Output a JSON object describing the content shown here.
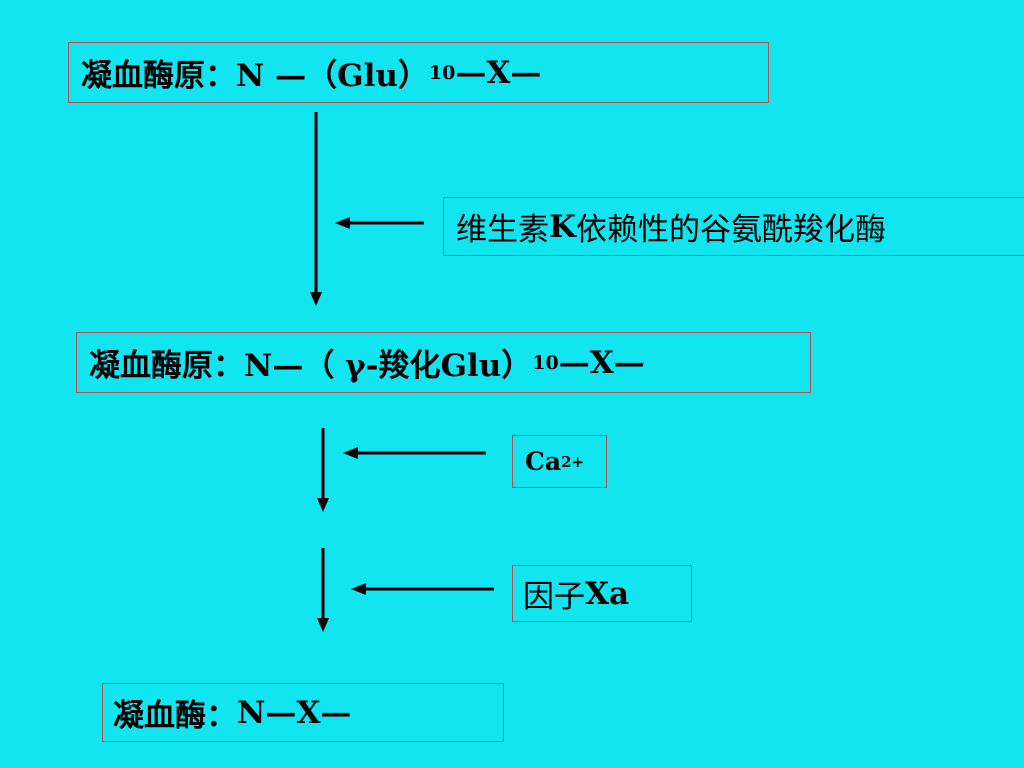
{
  "slide": {
    "background_color": "#10E5F0",
    "box_border_color": "#B05050"
  },
  "box1": {
    "prefix": "凝血酶原：",
    "part1": "N —（Glu）",
    "subscript": "10",
    "part2": "—X—"
  },
  "enzyme_box": {
    "cjk1": "维生素",
    "letter": "K",
    "cjk2": "依赖性的谷氨酰羧化酶"
  },
  "box2": {
    "prefix": "凝血酶原：",
    "part1": "N—（ γ-",
    "cjk": "羧化",
    "part2": " Glu）",
    "subscript": "10",
    "part3": " —X—"
  },
  "calcium_box": {
    "base": "Ca",
    "superscript": "2+"
  },
  "factor_box": {
    "cjk": "因子",
    "letter": "Xa"
  },
  "box3": {
    "prefix": "凝血酶：",
    "part1": "N—X—"
  }
}
